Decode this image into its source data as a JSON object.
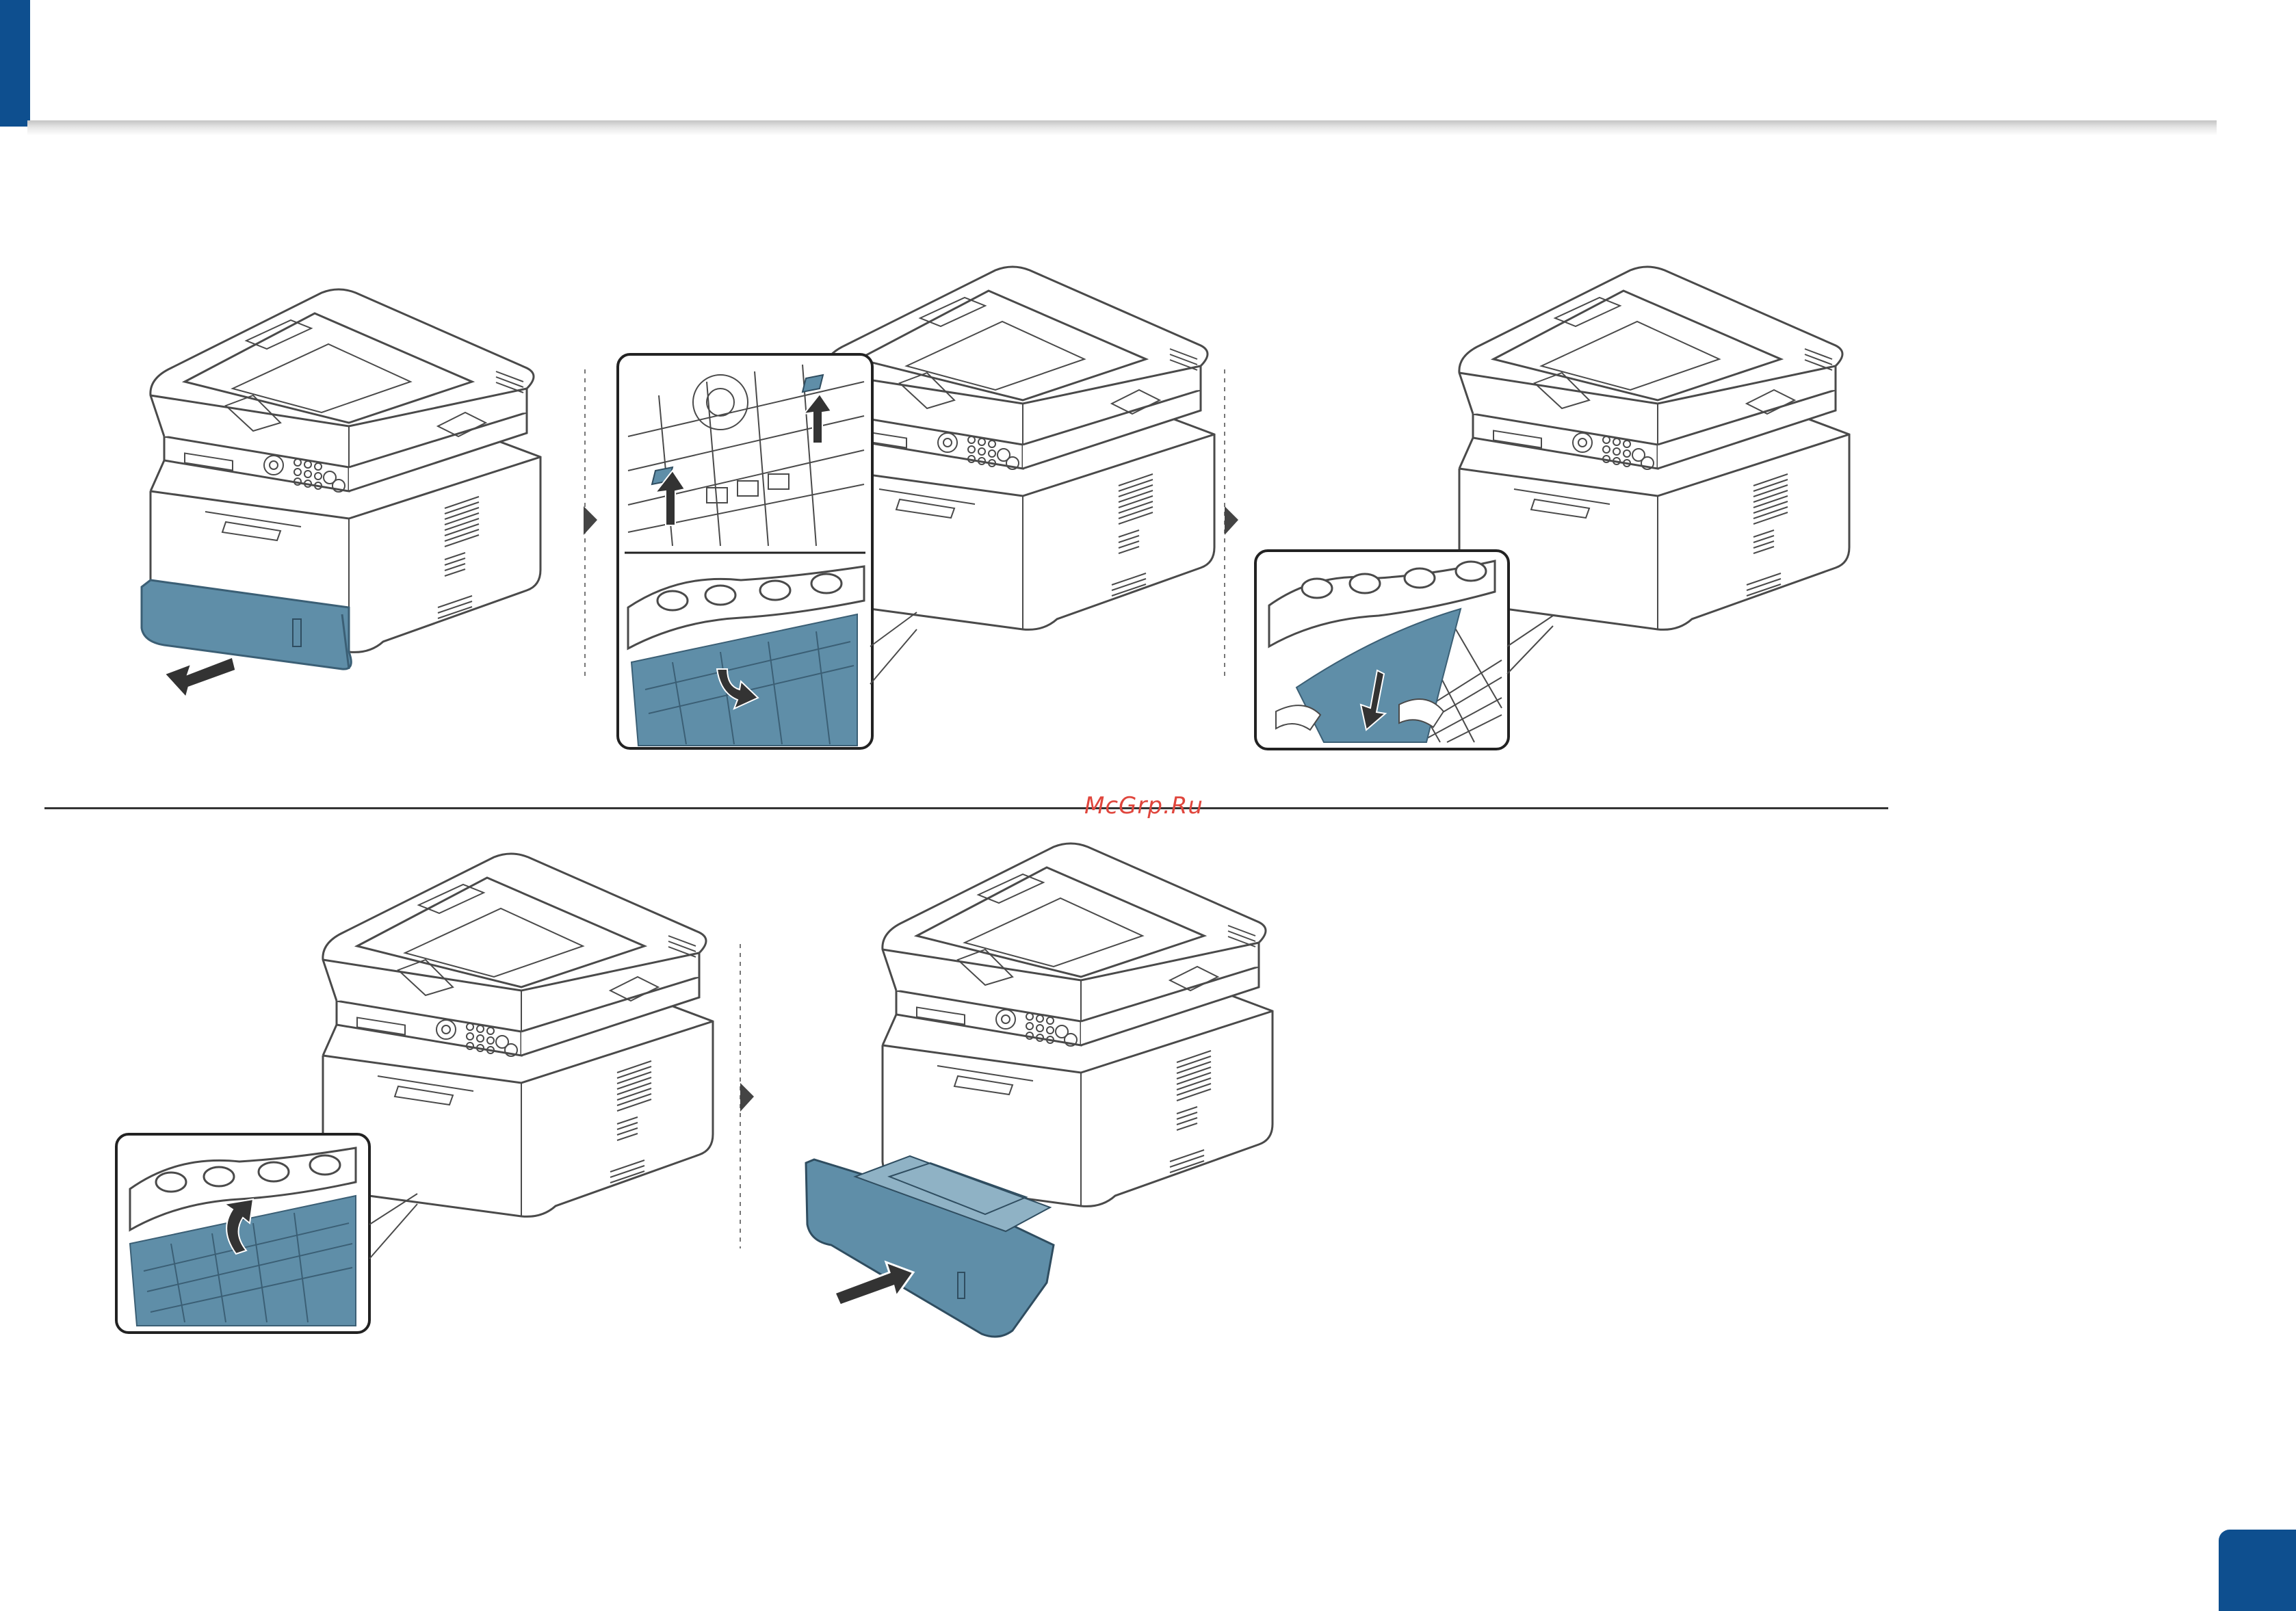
{
  "watermark": {
    "text": "McGrp.Ru"
  },
  "colors": {
    "accent": "#0e4f8f",
    "paper_blue": "#5f8ea8",
    "outline": "#4a4a4a",
    "watermark": "#e0463d"
  },
  "steps": [
    {
      "name": "pull-out-tray",
      "icon": "arrow-out-icon"
    },
    {
      "name": "release-guides",
      "icon": "arrow-up-icon"
    },
    {
      "name": "remove-jammed-paper",
      "icon": "arrow-down-icon"
    },
    {
      "name": "close-inner-cover",
      "icon": "curved-arrow-icon"
    },
    {
      "name": "insert-tray",
      "icon": "arrow-in-icon"
    }
  ]
}
